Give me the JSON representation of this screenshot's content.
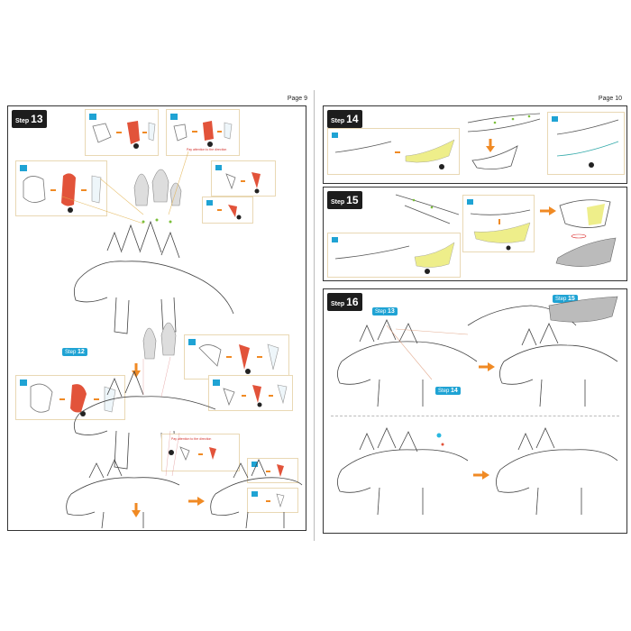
{
  "pages": [
    {
      "number": "Page 9",
      "steps": [
        {
          "label": "Step",
          "number": "13"
        }
      ],
      "tags": [
        {
          "prefix": "Step",
          "number": "12"
        }
      ],
      "notes": [
        "Pay attention to the direction",
        "Pay attention to the direction"
      ]
    },
    {
      "number": "Page 10",
      "steps": [
        {
          "label": "Step",
          "number": "14"
        },
        {
          "label": "Step",
          "number": "15"
        },
        {
          "label": "Step",
          "number": "16"
        }
      ],
      "tags": [
        {
          "prefix": "Step",
          "number": "13"
        },
        {
          "prefix": "Step",
          "number": "14"
        },
        {
          "prefix": "Step",
          "number": "15"
        }
      ]
    }
  ],
  "colors": {
    "red_part": "#e2533a",
    "yellow_part": "#eeee8a",
    "arrow": "#f08a24",
    "tag": "#1fa3d4",
    "step_bg": "#1d1d1d"
  }
}
